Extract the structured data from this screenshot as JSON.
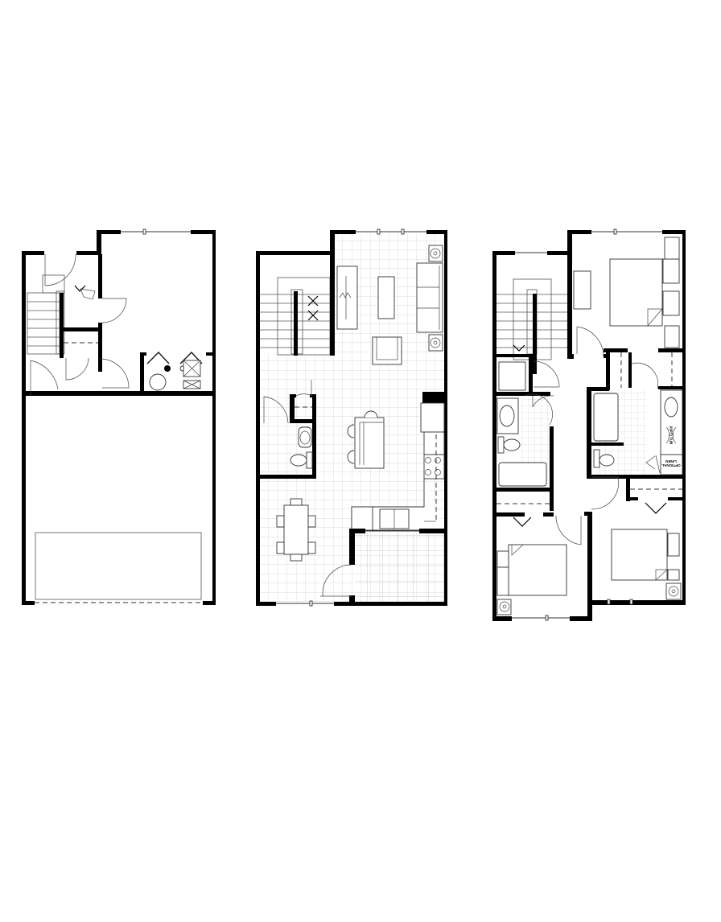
{
  "title": "Townhome floor plans",
  "colors": {
    "wall": "#000000",
    "line": "#444444",
    "grid": "#cccccc",
    "background": "#ffffff"
  },
  "plans": [
    {
      "id": "ground-floor",
      "rooms": [
        "stairs",
        "entry",
        "closet",
        "garage",
        "mechanical"
      ]
    },
    {
      "id": "main-floor",
      "rooms": [
        "stairs",
        "living",
        "powder-room",
        "kitchen",
        "dining",
        "patio"
      ]
    },
    {
      "id": "upper-floor",
      "rooms": [
        "stairs",
        "primary-bedroom",
        "laundry",
        "bath",
        "primary-bath",
        "bedroom-2",
        "bedroom-3"
      ]
    }
  ],
  "labels": {
    "optional_linen_1": "OPTIONAL",
    "optional_linen_2": "LINEN",
    "optional_tub": "(OPT) TUB"
  }
}
